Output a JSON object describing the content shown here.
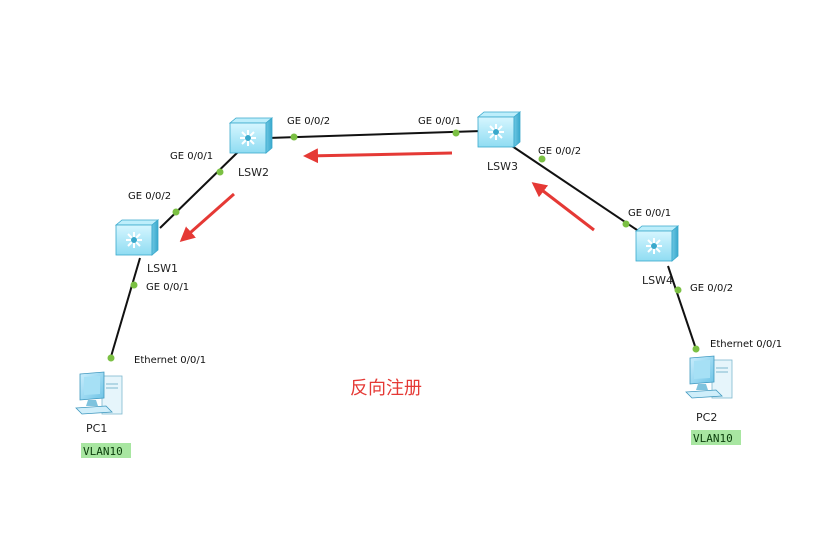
{
  "diagram": {
    "colors": {
      "link": "#111111",
      "port_dot": "#7bc043",
      "arrow": "#e53935",
      "switch_fill": "#9ee3f5",
      "switch_edge": "#3aa9cc",
      "vlan_bg": "#a8e6a1",
      "note": "#e53935"
    },
    "nodes": {
      "lsw1": {
        "label": "LSW1",
        "icon": "switch-icon"
      },
      "lsw2": {
        "label": "LSW2",
        "icon": "switch-icon"
      },
      "lsw3": {
        "label": "LSW3",
        "icon": "switch-icon"
      },
      "lsw4": {
        "label": "LSW4",
        "icon": "switch-icon"
      },
      "pc1": {
        "label": "PC1",
        "icon": "pc-icon",
        "vlan": "VLAN10"
      },
      "pc2": {
        "label": "PC2",
        "icon": "pc-icon",
        "vlan": "VLAN10"
      }
    },
    "ports": {
      "pc1_eth": "Ethernet 0/0/1",
      "lsw1_ge001": "GE 0/0/1",
      "lsw1_ge002": "GE 0/0/2",
      "lsw2_ge001": "GE 0/0/1",
      "lsw2_ge002": "GE 0/0/2",
      "lsw3_ge001": "GE 0/0/1",
      "lsw3_ge002": "GE 0/0/2",
      "lsw4_ge001": "GE 0/0/1",
      "lsw4_ge002": "GE 0/0/2",
      "pc2_eth": "Ethernet 0/0/1"
    },
    "note": "反向注册"
  }
}
